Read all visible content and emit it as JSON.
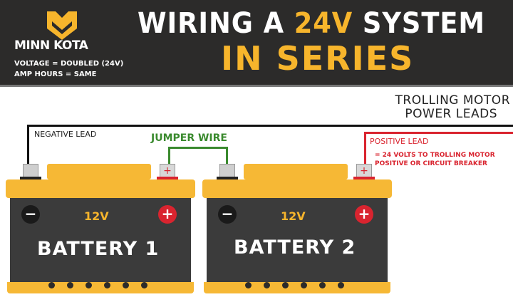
{
  "header": {
    "brand": "MINN KOTA",
    "title_line1_prefix": "WIRING A",
    "title_line1_highlight": "24V",
    "title_line1_suffix": "SYSTEM",
    "title_line2": "IN SERIES",
    "note_voltage": "VOLTAGE = DOUBLED (24V)",
    "note_amp_hours": "AMP HOURS = SAME"
  },
  "labels": {
    "trolling_motor_line1": "TROLLING MOTOR",
    "trolling_motor_line2": "POWER LEADS",
    "negative_lead": "NEGATIVE LEAD",
    "jumper_wire": "JUMPER WIRE",
    "positive_lead": "POSITIVE LEAD",
    "positive_note_line1": "= 24 VOLTS TO TROLLING MOTOR",
    "positive_note_line2": "POSITIVE OR CIRCUIT BREAKER"
  },
  "batteries": [
    {
      "name": "BATTERY 1",
      "voltage": "12V",
      "neg_symbol": "−",
      "pos_symbol": "+"
    },
    {
      "name": "BATTERY 2",
      "voltage": "12V",
      "neg_symbol": "−",
      "pos_symbol": "+"
    }
  ],
  "colors": {
    "accent": "#f7b52c",
    "header_bg": "#2c2b2a",
    "positive": "#d9242f",
    "jumper": "#3a8a2e",
    "negative": "#111111"
  }
}
